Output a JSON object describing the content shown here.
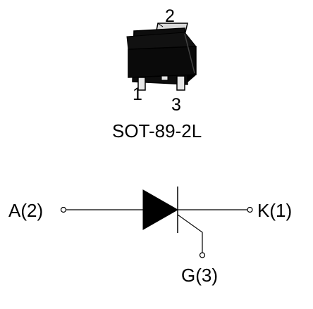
{
  "package": {
    "pin_top": "2",
    "pin_left": "1",
    "pin_right": "3",
    "name": "SOT-89-2L"
  },
  "symbol": {
    "anode": "A(2)",
    "cathode": "K(1)",
    "gate": "G(3)"
  },
  "colors": {
    "ink": "#000000",
    "body_dark": "#0d0d0d",
    "tab_light": "#d8d8d8",
    "pin_light": "#e6e6e6"
  }
}
